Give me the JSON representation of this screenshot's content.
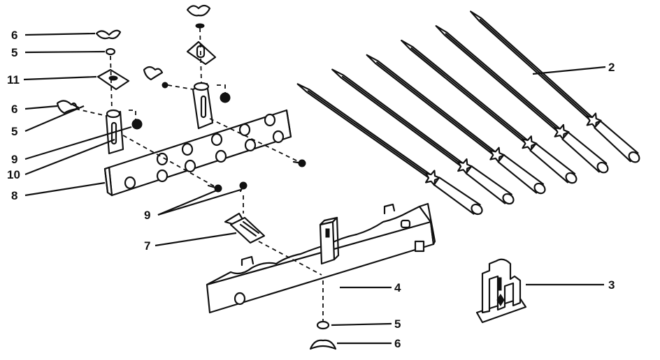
{
  "callouts": [
    {
      "id": "c6a",
      "label": "6"
    },
    {
      "id": "c5a",
      "label": "5"
    },
    {
      "id": "c11",
      "label": "11"
    },
    {
      "id": "c6b",
      "label": "6"
    },
    {
      "id": "c5b",
      "label": "5"
    },
    {
      "id": "c9a",
      "label": "9"
    },
    {
      "id": "c10",
      "label": "10"
    },
    {
      "id": "c8",
      "label": "8"
    },
    {
      "id": "c9b",
      "label": "9"
    },
    {
      "id": "c7",
      "label": "7"
    },
    {
      "id": "c2",
      "label": "2"
    },
    {
      "id": "c3",
      "label": "3"
    },
    {
      "id": "c4",
      "label": "4"
    },
    {
      "id": "c5c",
      "label": "5"
    },
    {
      "id": "c6c",
      "label": "6"
    }
  ],
  "parts": {
    "skewer_count": 6,
    "ink_color": "#111111",
    "background_color": "#ffffff"
  }
}
